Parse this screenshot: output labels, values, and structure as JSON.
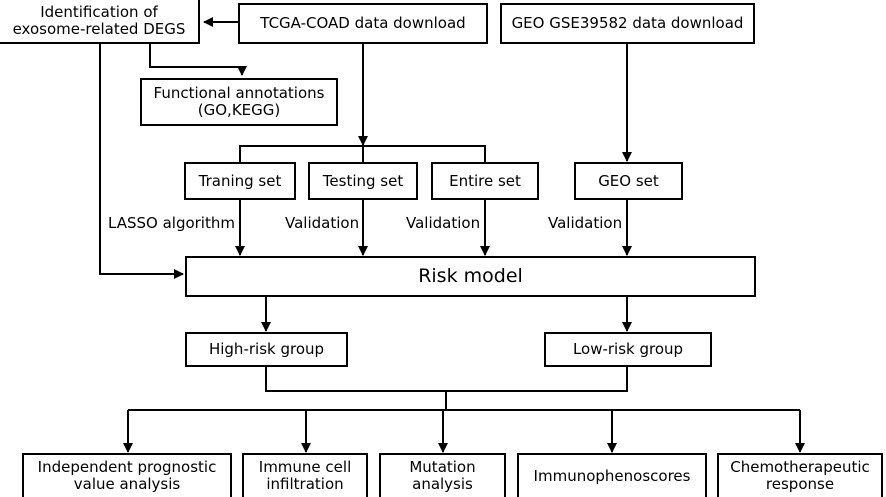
{
  "nodes": {
    "identification": [
      "Identification of",
      "exosome-related DEGS"
    ],
    "tcga": "TCGA-COAD data download",
    "geo_download": "GEO GSE39582 data download",
    "functional": [
      "Functional annotations",
      "(GO,KEGG)"
    ],
    "training": "Traning set",
    "testing": "Testing set",
    "entire": "Entire set",
    "geo_set": "GEO set",
    "risk_model": "Risk model",
    "high_risk": "High-risk group",
    "low_risk": "Low-risk group",
    "prognostic": [
      "Independent prognostic",
      "value analysis"
    ],
    "immune": [
      "Immune cell",
      "infiltration"
    ],
    "mutation": [
      "Mutation",
      "analysis"
    ],
    "immunophenoscores": "Immunophenoscores",
    "chemo": [
      "Chemotherapeutic",
      "response"
    ]
  },
  "edge_labels": {
    "lasso": "LASSO algorithm",
    "validation_testing": "Validation",
    "validation_entire": "Validation",
    "validation_geo": "Validation"
  }
}
